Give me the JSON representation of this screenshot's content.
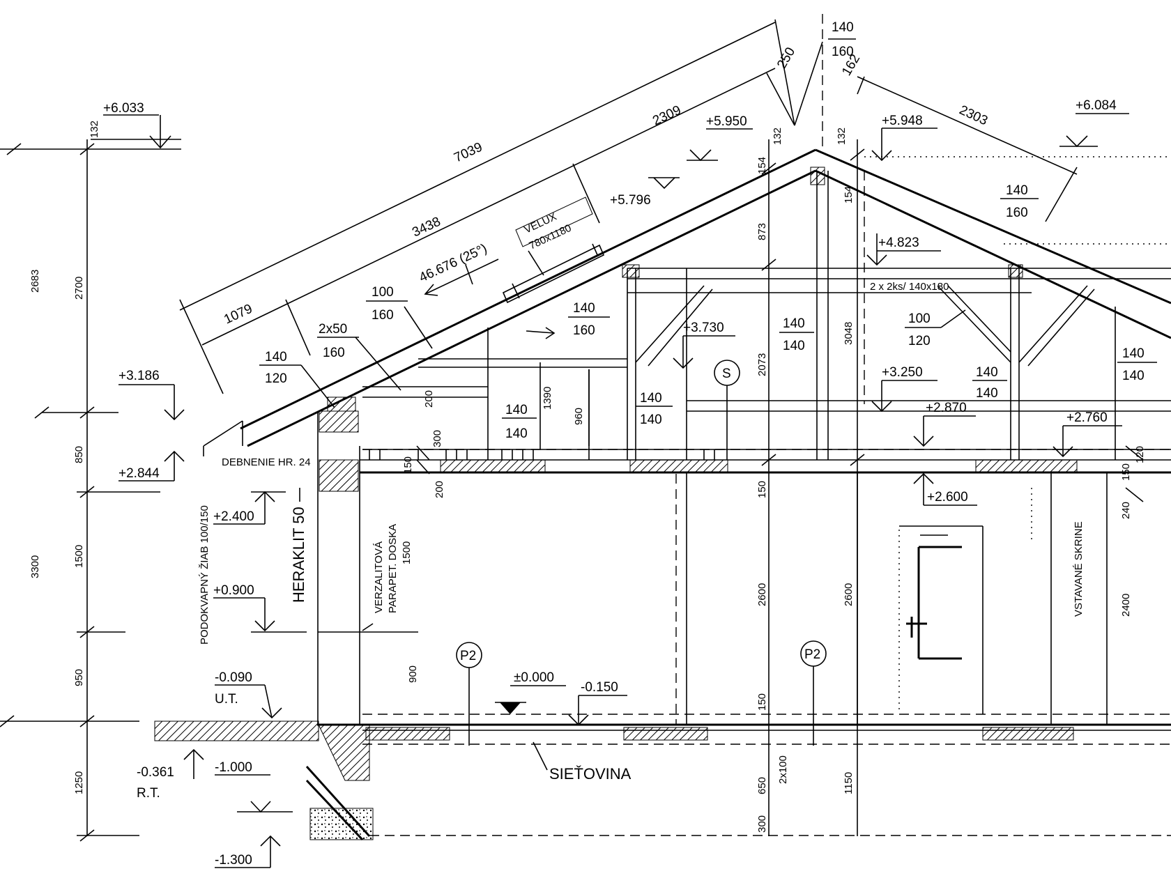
{
  "levels": {
    "l6033": "+6.033",
    "l6084": "+6.084",
    "l5950": "+5.950",
    "l5948": "+5.948",
    "l5796": "+5.796",
    "l4823": "+4.823",
    "l3730": "+3.730",
    "l3250": "+3.250",
    "l3186": "+3.186",
    "l2870": "+2.870",
    "l2844": "+2.844",
    "l2760": "+2.760",
    "l2600": "+2.600",
    "l2400": "+2.400",
    "l0900": "+0.900",
    "l0000": "±0.000",
    "lm0090": "-0.090",
    "lm0150": "-0.150",
    "lm0361": "-0.361",
    "lm1000": "-1.000",
    "lm1300": "-1.300"
  },
  "dims": {
    "d140top": "140",
    "d160top": "160",
    "d250": "250",
    "d2309": "2309",
    "d7039": "7039",
    "d3438": "3438",
    "d1079": "1079",
    "d2303": "2303",
    "d162": "162",
    "d132a": "132",
    "d132b": "132",
    "d132c": "132",
    "d154a": "154",
    "d154b": "154",
    "d873": "873",
    "d2073": "2073",
    "d3048": "3048",
    "d2683": "2683",
    "d2700": "2700",
    "d850": "850",
    "d3300": "3300",
    "d1500": "1500",
    "d950": "950",
    "d1250": "1250",
    "d200a": "200",
    "d300": "300",
    "d150a": "150",
    "d200b": "200",
    "d1390": "1390",
    "d960": "960",
    "d150b": "150",
    "d2600a": "2600",
    "d2600b": "2600",
    "d150c": "150",
    "d2x100": "2x100",
    "d650": "650",
    "d300b": "300",
    "d1150": "1150",
    "d900": "900",
    "d150d": "150",
    "d120": "120",
    "d240": "240",
    "d2400": "2400"
  },
  "slope": "46.676 (25°)",
  "members": {
    "m100_160_n": "100",
    "m100_160_d": "160",
    "m140_160a_n": "140",
    "m140_160a_d": "160",
    "m2x50_n": "2x50",
    "m2x50_d": "160",
    "m140_120_n": "140",
    "m140_120_d": "120",
    "m140_140a_n": "140",
    "m140_140a_d": "140",
    "m140_140b_n": "140",
    "m140_140b_d": "140",
    "m140_140c_n": "140",
    "m140_140c_d": "140",
    "m100_120_n": "100",
    "m100_120_d": "120",
    "m140_140d_n": "140",
    "m140_140d_d": "140",
    "m140_160r_n": "140",
    "m140_160r_d": "160",
    "m140_140e_n": "140",
    "m140_140e_d": "140"
  },
  "labels": {
    "velux1": "VELUX",
    "velux2": "780x1180",
    "deckene": "DEBNENIE HR. 24",
    "podokap": "PODOKVAPNÝ ŽIAB 100/150",
    "heraklit": "HERAKLIT 50",
    "verzal1": "VERZALITOVÁ",
    "verzal2": "PARAPET. DOSKA",
    "verzal3": "1500",
    "vstavane": "VSTAVANÉ SKRINE",
    "sietovina": "SIEŤOVINA",
    "ut": "U.T.",
    "rt": "R.T.",
    "beam": "2 x 2ks/ 140x180",
    "markS": "S",
    "markP2a": "P2",
    "markP2b": "P2"
  }
}
